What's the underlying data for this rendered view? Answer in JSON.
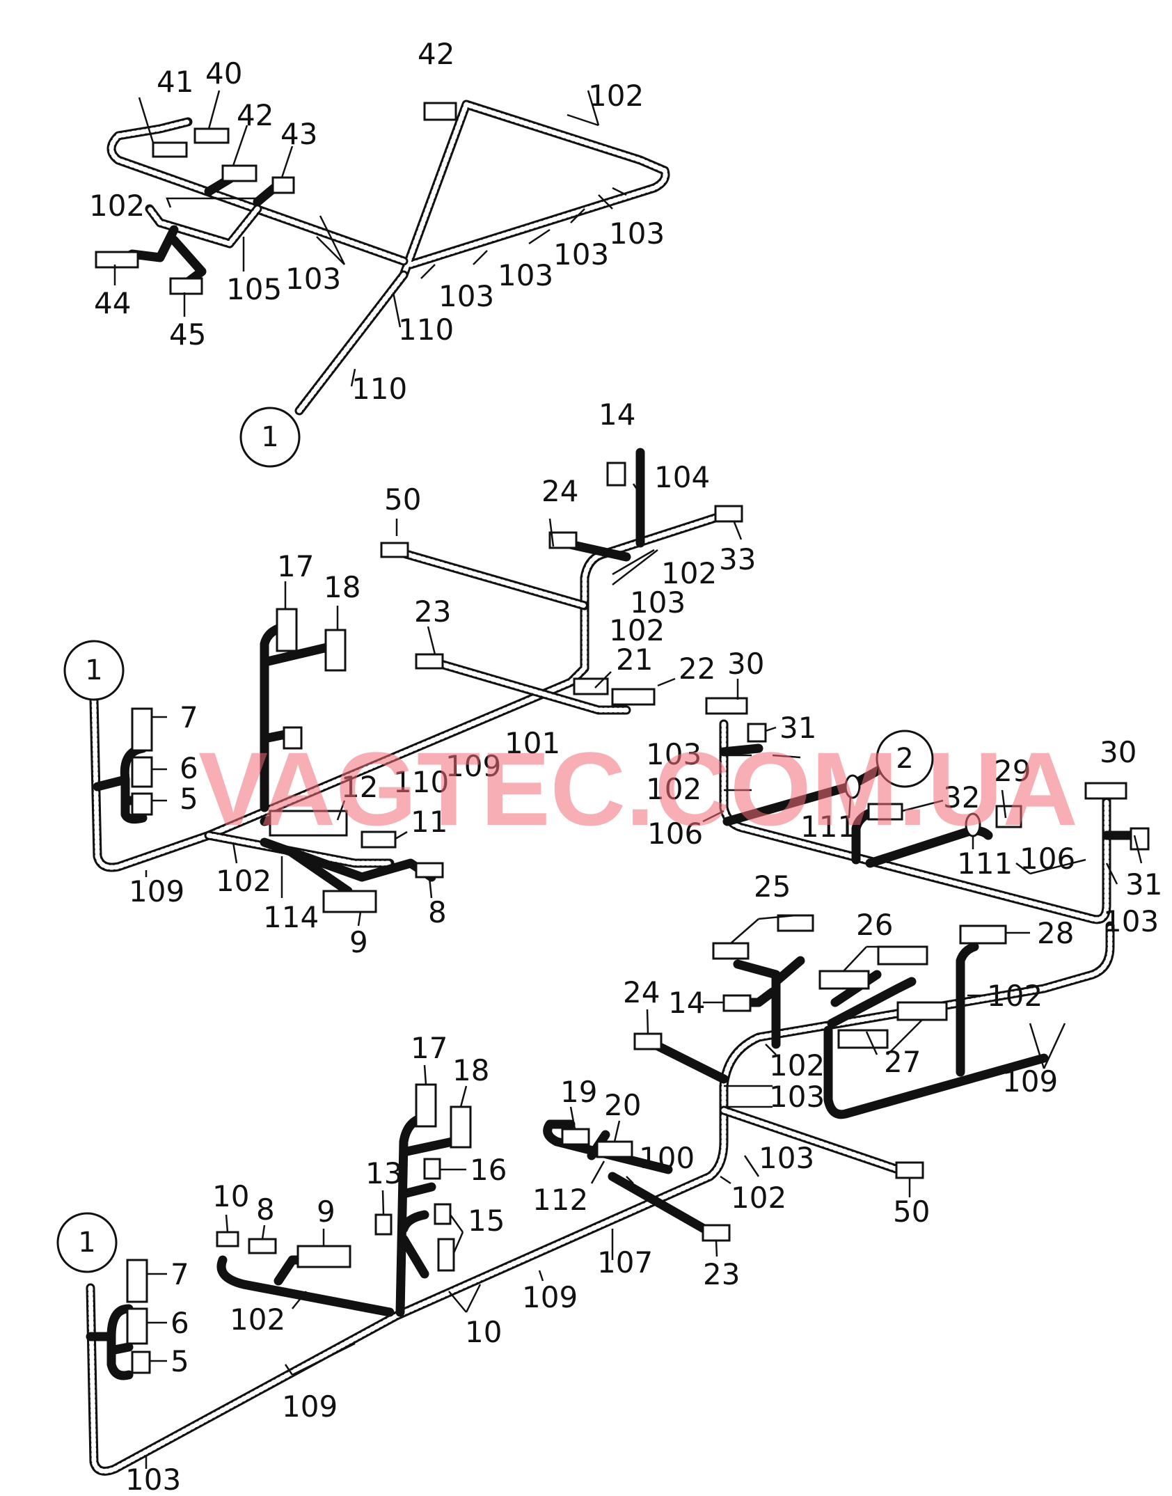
{
  "watermark": "VAGTEC.COM.UA",
  "reference_markers": {
    "ref_1": "1",
    "ref_2": "2"
  },
  "labels": {
    "l_42a": "42",
    "l_41": "41",
    "l_40": "40",
    "l_42b": "42",
    "l_43": "43",
    "l_102a": "102",
    "l_102b": "102",
    "l_44": "44",
    "l_45": "45",
    "l_105": "105",
    "l_103a": "103",
    "l_103b": "103",
    "l_103c": "103",
    "l_103d": "103",
    "l_103e": "103",
    "l_110a": "110",
    "l_110b": "110",
    "l_14a": "14",
    "l_104": "104",
    "l_24a": "24",
    "l_33": "33",
    "l_50a": "50",
    "l_102c": "102",
    "l_103f": "103",
    "l_102d": "102",
    "l_17a": "17",
    "l_18a": "18",
    "l_23a": "23",
    "l_21": "21",
    "l_22": "22",
    "l_30a": "30",
    "l_31a": "31",
    "l_7a": "7",
    "l_6a": "6",
    "l_5a": "5",
    "l_101": "101",
    "l_109a": "109",
    "l_110c": "110",
    "l_12": "12",
    "l_11": "11",
    "l_103g": "103",
    "l_102e": "102",
    "l_106a": "106",
    "l_111a": "111",
    "l_32": "32",
    "l_29": "29",
    "l_111b": "111",
    "l_106b": "106",
    "l_30b": "30",
    "l_31b": "31",
    "l_103h": "103",
    "l_109b": "109",
    "l_102f": "102",
    "l_114": "114",
    "l_9a": "9",
    "l_8a": "8",
    "l_25": "25",
    "l_26": "26",
    "l_28": "28",
    "l_24b": "24",
    "l_14b": "14",
    "l_102g": "102",
    "l_27": "27",
    "l_102h": "102",
    "l_103i": "103",
    "l_109c": "109",
    "l_17b": "17",
    "l_18b": "18",
    "l_19": "19",
    "l_20": "20",
    "l_13": "13",
    "l_16": "16",
    "l_100": "100",
    "l_103j": "103",
    "l_10a": "10",
    "l_8b": "8",
    "l_9b": "9",
    "l_15": "15",
    "l_112": "112",
    "l_102i": "102",
    "l_50b": "50",
    "l_7b": "7",
    "l_6b": "6",
    "l_5b": "5",
    "l_107": "107",
    "l_23b": "23",
    "l_102j": "102",
    "l_109d": "109",
    "l_10b": "10",
    "l_109e": "109",
    "l_103k": "103"
  }
}
